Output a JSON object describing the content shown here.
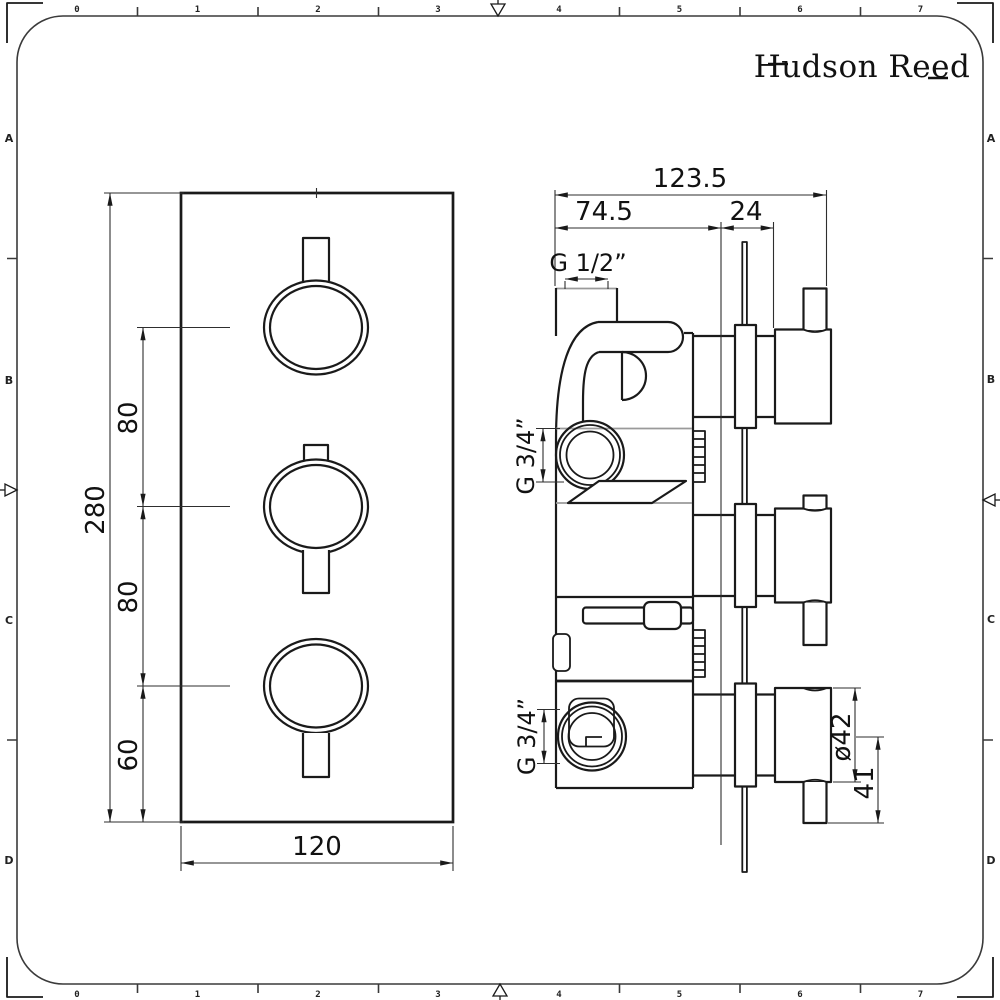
{
  "brand": {
    "name": "Hudson Reed"
  },
  "frame": {
    "ruler_numbers": [
      "0",
      "1",
      "2",
      "3",
      "4",
      "5",
      "6",
      "7"
    ],
    "row_letters": [
      "A",
      "B",
      "C",
      "D"
    ]
  },
  "front_view": {
    "dimensions": {
      "overall_height": "280",
      "knob_spacing_upper": "80",
      "knob_spacing_lower": "80",
      "bottom_offset": "60",
      "plate_width": "120"
    }
  },
  "side_view": {
    "dimensions": {
      "overall_depth": "123.5",
      "valve_body_depth": "74.5",
      "trim_depth": "24",
      "top_inlet_thread": "G 1/2”",
      "upper_port_thread": "G 3/4”",
      "lower_port_thread": "G 3/4”",
      "knob_diameter": "ø42",
      "handle_projection": "41"
    }
  },
  "colors": {
    "line": "#1a1a1a",
    "hidden_line": "#9a9a9a",
    "background": "#ffffff"
  }
}
